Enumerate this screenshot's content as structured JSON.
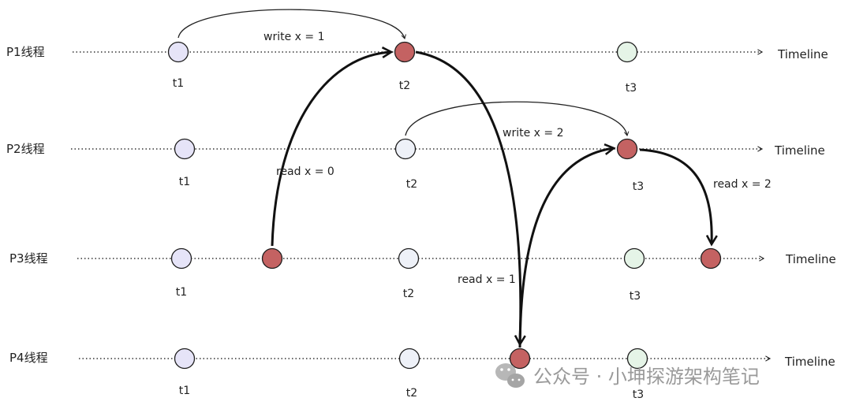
{
  "threads": [
    {
      "label": "P1线程",
      "timeline": "Timeline",
      "events": [
        {
          "label": "t1",
          "color": "#e6e4f8"
        },
        {
          "label": "t2",
          "color": "#c46262"
        },
        {
          "label": "t3",
          "color": "#e5f4e7"
        }
      ]
    },
    {
      "label": "P2线程",
      "timeline": "Timeline",
      "events": [
        {
          "label": "t1",
          "color": "#e6e4f8"
        },
        {
          "label": "t2",
          "color": "#eef1f8"
        },
        {
          "label": "t3",
          "color": "#c46262"
        }
      ]
    },
    {
      "label": "P3线程",
      "timeline": "Timeline",
      "events": [
        {
          "label": "t1",
          "color": "#e6e4f8"
        },
        {
          "label": "",
          "color": "#c46262"
        },
        {
          "label": "t2",
          "color": "#eef1f8"
        },
        {
          "label": "t3",
          "color": "#e5f4e7"
        },
        {
          "label": "",
          "color": "#c46262"
        }
      ]
    },
    {
      "label": "P4线程",
      "timeline": "Timeline",
      "events": [
        {
          "label": "t1",
          "color": "#e6e4f8"
        },
        {
          "label": "t2",
          "color": "#eef1f8"
        },
        {
          "label": "",
          "color": "#c46262"
        },
        {
          "label": "t3",
          "color": "#e5f4e7"
        }
      ]
    }
  ],
  "operations": [
    {
      "label": "write x = 1",
      "from": "P1.t1",
      "to": "P1.t2",
      "kind": "write"
    },
    {
      "label": "write x = 2",
      "from": "P2.t2",
      "to": "P2.t3",
      "kind": "write"
    },
    {
      "label": "read x = 0",
      "from": "P3.read",
      "to": "P1.t2",
      "kind": "read"
    },
    {
      "label": "read x = 1",
      "from": "P1.t2",
      "to": "P4.read",
      "kind": "read"
    },
    {
      "label": "read x = 2",
      "from": "P2.t3",
      "to": "P3.read2",
      "kind": "read"
    },
    {
      "label": "",
      "from": "P4.read",
      "to": "P2.t3",
      "kind": "read"
    }
  ],
  "watermark": {
    "icon": "wechat-icon",
    "text": "公众号 · 小坤探游架构笔记"
  }
}
